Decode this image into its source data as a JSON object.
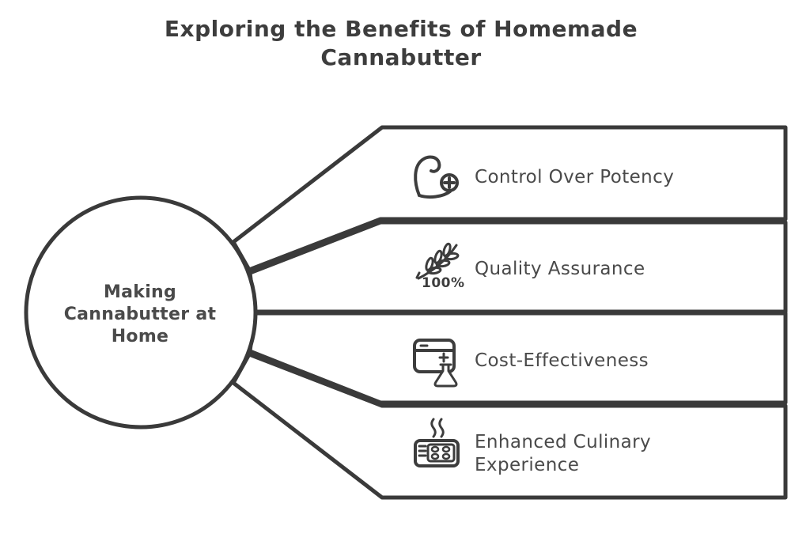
{
  "title": {
    "line1": "Exploring the Benefits of Homemade",
    "line2": "Cannabutter"
  },
  "center_node": {
    "line1": "Making",
    "line2": "Cannabutter at",
    "line3": "Home"
  },
  "benefits": [
    {
      "label": "Control Over Potency",
      "icon": "bicep-plus-icon"
    },
    {
      "label": "Quality Assurance",
      "icon": "wheat-icon",
      "badge": "100%"
    },
    {
      "label": "Cost-Effectiveness",
      "icon": "browser-flask-icon"
    },
    {
      "label_line1": "Enhanced Culinary",
      "label_line2": "Experience",
      "icon": "oven-steam-icon"
    }
  ],
  "colors": {
    "stroke": "#3a3a3a",
    "text": "#4a4a4a",
    "background": "#ffffff"
  }
}
